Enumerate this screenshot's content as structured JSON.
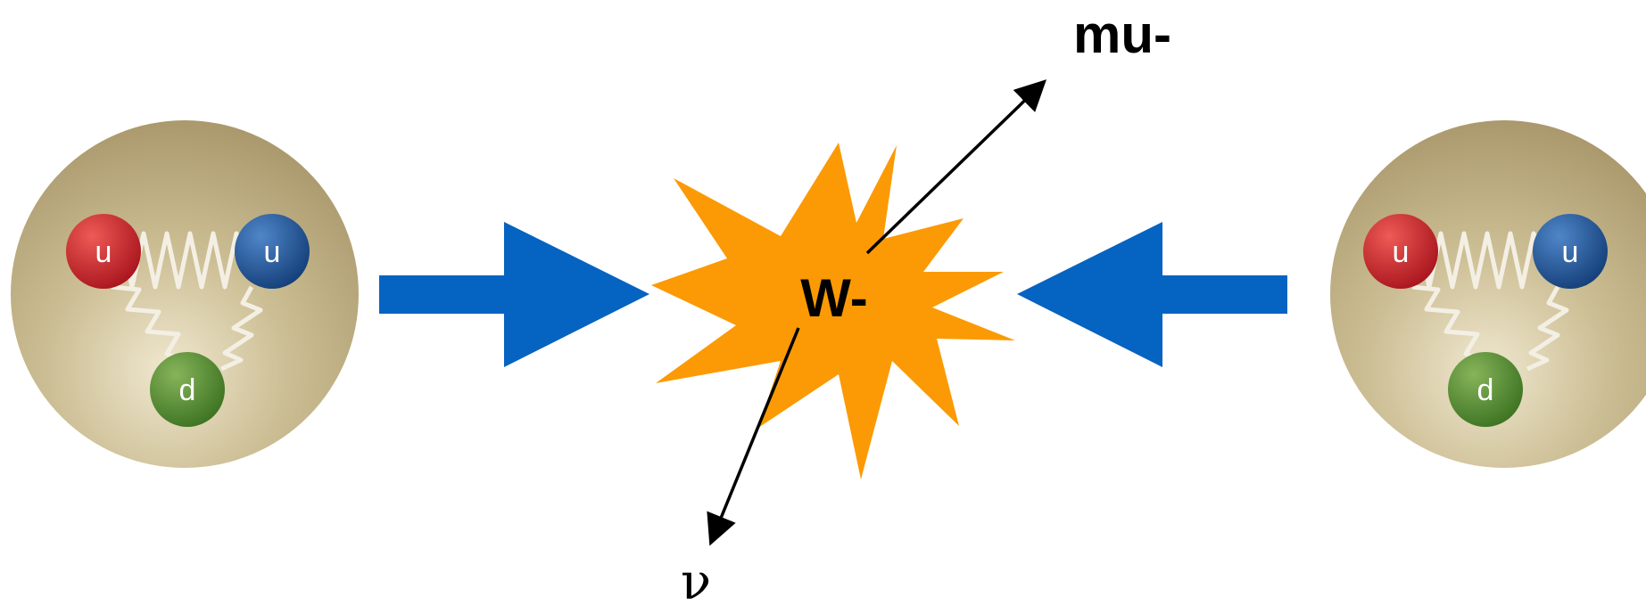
{
  "diagram": {
    "left_proton": {
      "quarks": [
        "u",
        "u",
        "d"
      ]
    },
    "right_proton": {
      "quarks": [
        "u",
        "u",
        "d"
      ]
    },
    "collision": {
      "label": "W-"
    },
    "outgoing": {
      "muon_label": "mu-",
      "neutrino_label": "ν"
    }
  },
  "colors": {
    "proton": "#c8b88a",
    "quark_up_red": "#c0242b",
    "quark_up_blue": "#1a4f92",
    "quark_down": "#4e8a2c",
    "beam_arrow": "#0563c1",
    "burst": "#fb9a04"
  }
}
